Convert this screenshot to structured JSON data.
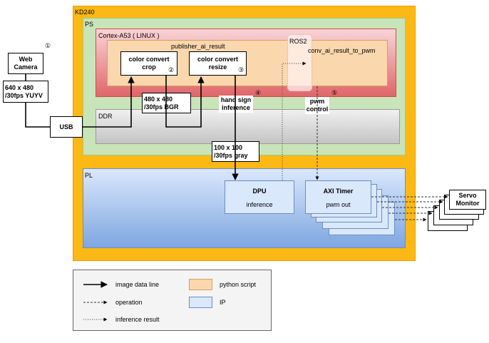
{
  "labels": {
    "kd240": "KD240",
    "ps": "PS",
    "cortex": "Cortex-A53 ( LINUX )",
    "publisher": "publisher_ai_result",
    "ros2": "ROS2",
    "conv": "conv_ai_result_to_pwm",
    "ddr": "DDR",
    "pl": "PL"
  },
  "boxes": {
    "webcam": "Web Camera",
    "res640": "640 x 480 /30fps YUYV",
    "usb": "USB",
    "crop": "color convert crop",
    "resize": "color convert resize",
    "res480": "480 x 480 /30fps BGR",
    "handsign": "hand sign inference",
    "pwmctrl": "pwm control",
    "res100": "100 x 100 /30fps gray",
    "dpu_title": "DPU",
    "dpu_sub": "inference",
    "axi_title": "AXI Timer",
    "axi_sub": "pwm out",
    "servo": "Servo Monitor"
  },
  "markers": {
    "m1": "①",
    "m2": "②",
    "m3": "③",
    "m4": "④",
    "m5": "⑤"
  },
  "legend": {
    "image_line": "image data line",
    "operation": "operation",
    "inference": "inference result",
    "python": "python script",
    "ip": "IP"
  },
  "colors": {
    "kd240": "#fcb814",
    "ps": "#c8e4b8",
    "cortex": "#e06668",
    "python_script": "#fad7ad",
    "ddr": "#c4c4c4",
    "pl": "#7ea6e0",
    "ip": "#dae8fc"
  }
}
